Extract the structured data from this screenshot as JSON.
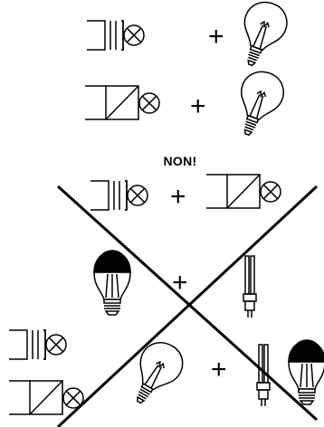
{
  "warning_text": "NON!",
  "plus_sign": "+",
  "colors": {
    "stroke": "#000000",
    "background": "#ffffff"
  },
  "icons": {
    "transformer": "transformer-with-lamp-symbol-icon",
    "converter": "electronic-converter-with-lamp-symbol-icon",
    "incandescent": "incandescent-bulb-icon",
    "led": "led-bulb-icon",
    "tube": "compact-fluorescent-tube-icon"
  },
  "allowed_combinations": [
    {
      "device": "transformer",
      "load": "incandescent"
    },
    {
      "device": "converter",
      "load": "incandescent"
    }
  ],
  "forbidden_combinations": [
    {
      "device": "transformer",
      "load": "converter"
    },
    {
      "device": "led",
      "load": "tube"
    },
    {
      "device": "transformer",
      "load": "incandescent"
    },
    {
      "device": "converter",
      "load": "tube"
    },
    {
      "device": "converter",
      "load": "led"
    }
  ]
}
